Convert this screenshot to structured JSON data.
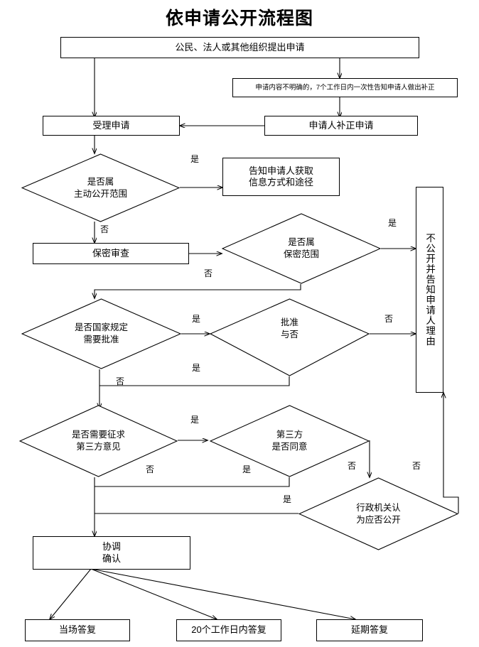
{
  "title": "依申请公开流程图",
  "nodes": {
    "apply": "公民、法人或其他组织提出申请",
    "unclear_note": "申请内容不明确的，7个工作日内一次性告知申请人做出补正",
    "accept": "受理申请",
    "supplement": "申请人补正申请",
    "d_active_scope_l1": "是否属",
    "d_active_scope_l2": "主动公开范围",
    "inform_channel_l1": "告知申请人获取",
    "inform_channel_l2": "信息方式和途径",
    "secrecy_review": "保密审查",
    "d_secret_scope_l1": "是否属",
    "d_secret_scope_l2": "保密范围",
    "d_state_approval_l1": "是否国家规定",
    "d_state_approval_l2": "需要批准",
    "d_approved_l1": "批准",
    "d_approved_l2": "与否",
    "d_third_party_l1": "是否需要征求",
    "d_third_party_l2": "第三方意见",
    "d_third_agree_l1": "第三方",
    "d_third_agree_l2": "是否同意",
    "d_agency_decide_l1": "行政机关认",
    "d_agency_decide_l2": "为应否公开",
    "coordinate_l1": "协调",
    "coordinate_l2": "确认",
    "no_disclose_vertical": "不公开并告知申请人理由",
    "reply_onsite": "当场答复",
    "reply_20days": "20个工作日内答复",
    "reply_extended": "延期答复"
  },
  "edge_labels": {
    "yes": "是",
    "no": "否",
    "active_scope_yes": "是",
    "active_scope_no": "否",
    "secret_scope_no": "否",
    "secret_scope_yes": "是",
    "state_approval_yes": "是",
    "state_approval_no": "否",
    "approved_yes": "是",
    "approved_no": "否",
    "third_party_yes": "是",
    "third_party_no": "否",
    "third_agree_yes": "是",
    "third_agree_no": "否",
    "agency_yes": "是",
    "agency_no": "否"
  },
  "colors": {
    "stroke": "#000000",
    "fill": "#ffffff",
    "text": "#000000"
  },
  "chart_data": {
    "type": "diagram",
    "title": "依申请公开流程图",
    "nodes": [
      {
        "id": "apply",
        "shape": "rect",
        "label": "公民、法人或其他组织提出申请"
      },
      {
        "id": "unclear_note",
        "shape": "rect",
        "label": "申请内容不明确的，7个工作日内一次性告知申请人做出补正"
      },
      {
        "id": "accept",
        "shape": "rect",
        "label": "受理申请"
      },
      {
        "id": "supplement",
        "shape": "rect",
        "label": "申请人补正申请"
      },
      {
        "id": "d_active_scope",
        "shape": "diamond",
        "label": "是否属主动公开范围"
      },
      {
        "id": "inform_channel",
        "shape": "rect",
        "label": "告知申请人获取信息方式和途径"
      },
      {
        "id": "secrecy_review",
        "shape": "rect",
        "label": "保密审查"
      },
      {
        "id": "d_secret_scope",
        "shape": "diamond",
        "label": "是否属保密范围"
      },
      {
        "id": "d_state_approval",
        "shape": "diamond",
        "label": "是否国家规定需要批准"
      },
      {
        "id": "d_approved",
        "shape": "diamond",
        "label": "批准与否"
      },
      {
        "id": "d_third_party",
        "shape": "diamond",
        "label": "是否需要征求第三方意见"
      },
      {
        "id": "d_third_agree",
        "shape": "diamond",
        "label": "第三方是否同意"
      },
      {
        "id": "d_agency_decide",
        "shape": "diamond",
        "label": "行政机关认为应否公开"
      },
      {
        "id": "coordinate",
        "shape": "rect",
        "label": "协调确认"
      },
      {
        "id": "no_disclose",
        "shape": "rect",
        "label": "不公开并告知申请人理由"
      },
      {
        "id": "reply_onsite",
        "shape": "rect",
        "label": "当场答复"
      },
      {
        "id": "reply_20days",
        "shape": "rect",
        "label": "20个工作日内答复"
      },
      {
        "id": "reply_extended",
        "shape": "rect",
        "label": "延期答复"
      }
    ],
    "edges": [
      {
        "from": "apply",
        "to": "accept",
        "label": ""
      },
      {
        "from": "apply",
        "to": "unclear_note",
        "label": ""
      },
      {
        "from": "unclear_note",
        "to": "supplement",
        "label": ""
      },
      {
        "from": "supplement",
        "to": "accept",
        "label": ""
      },
      {
        "from": "accept",
        "to": "d_active_scope",
        "label": ""
      },
      {
        "from": "d_active_scope",
        "to": "inform_channel",
        "label": "是"
      },
      {
        "from": "d_active_scope",
        "to": "secrecy_review",
        "label": "否"
      },
      {
        "from": "secrecy_review",
        "to": "d_secret_scope",
        "label": ""
      },
      {
        "from": "d_secret_scope",
        "to": "no_disclose",
        "label": "是"
      },
      {
        "from": "d_secret_scope",
        "to": "d_state_approval",
        "label": "否"
      },
      {
        "from": "d_state_approval",
        "to": "d_approved",
        "label": "是"
      },
      {
        "from": "d_state_approval",
        "to": "d_third_party",
        "label": "否"
      },
      {
        "from": "d_approved",
        "to": "no_disclose",
        "label": "否"
      },
      {
        "from": "d_approved",
        "to": "d_third_party",
        "label": "是"
      },
      {
        "from": "d_third_party",
        "to": "d_third_agree",
        "label": "是"
      },
      {
        "from": "d_third_party",
        "to": "coordinate",
        "label": "否"
      },
      {
        "from": "d_third_agree",
        "to": "coordinate",
        "label": "是"
      },
      {
        "from": "d_third_agree",
        "to": "d_agency_decide",
        "label": "否"
      },
      {
        "from": "d_agency_decide",
        "to": "no_disclose",
        "label": "否"
      },
      {
        "from": "d_agency_decide",
        "to": "coordinate",
        "label": "是"
      },
      {
        "from": "coordinate",
        "to": "reply_onsite",
        "label": ""
      },
      {
        "from": "coordinate",
        "to": "reply_20days",
        "label": ""
      },
      {
        "from": "coordinate",
        "to": "reply_extended",
        "label": ""
      }
    ]
  }
}
